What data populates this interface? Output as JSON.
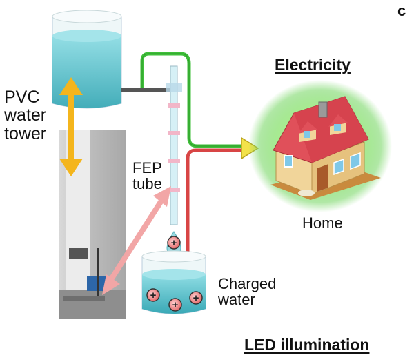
{
  "labels": {
    "panel_letter": "c",
    "tower_line1": "PVC",
    "tower_line2": "water",
    "tower_line3": "tower",
    "fep_line1": "FEP",
    "fep_line2": "tube",
    "electricity": "Electricity",
    "home": "Home",
    "charged_line1": "Charged",
    "charged_line2": "water",
    "led": "LED illumination"
  },
  "droplet_sign": "+",
  "water_charges": [
    "+",
    "+",
    "+"
  ],
  "colors": {
    "water": "#5ec8d2",
    "water_dark": "#3aa9b6",
    "green_wire": "#3fbf3a",
    "red_wire": "#d84545",
    "arrow_yellow": "#f4b51c",
    "arrow_pink": "#f2a6a6",
    "roof": "#e0505a",
    "house_wall": "#f1d59a",
    "house_glow": "#7cd86a",
    "photo_bg": "#cfcfcf"
  },
  "icons": [
    "house-icon",
    "beaker-icon",
    "double-arrow-icon",
    "wire-plug-icon"
  ]
}
